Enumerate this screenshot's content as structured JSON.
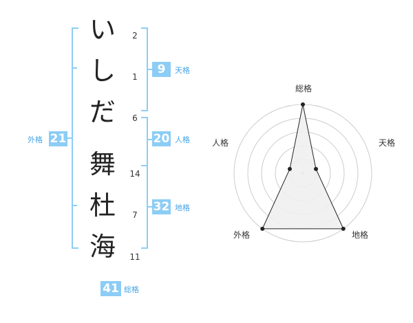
{
  "name": {
    "characters": [
      "い",
      "し",
      "だ",
      "舞",
      "杜",
      "海"
    ],
    "strokes": [
      "2",
      "1",
      "6",
      "14",
      "7",
      "11"
    ]
  },
  "kakusu": {
    "tenkaku": {
      "value": "9",
      "label": "天格"
    },
    "jinkaku": {
      "value": "20",
      "label": "人格"
    },
    "chikaku": {
      "value": "32",
      "label": "地格"
    },
    "gaikaku": {
      "value": "21",
      "label": "外格"
    },
    "soukaku": {
      "value": "41",
      "label": "総格"
    }
  },
  "radar": {
    "axes": [
      "総格",
      "天格",
      "地格",
      "外格",
      "人格"
    ],
    "levels": 5,
    "values": [
      5,
      1,
      5,
      5,
      1
    ],
    "max": 5,
    "colors": {
      "fill": "#efefef",
      "line": "#222222",
      "grid": "#cccccc"
    }
  }
}
